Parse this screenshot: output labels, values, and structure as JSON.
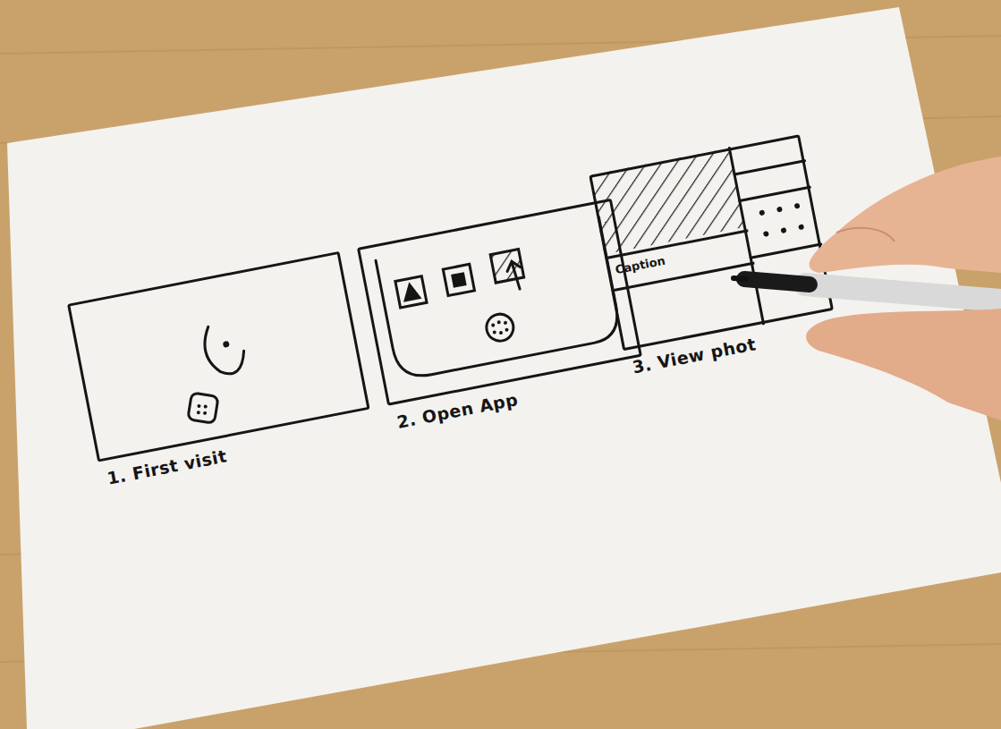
{
  "diagram": {
    "nodes": [
      {
        "text": [
          "1. First visit"
        ]
      },
      {
        "text": [
          "2. Open App"
        ]
      },
      {
        "text": [
          "3. View phot"
        ]
      },
      {
        "text": [
          "Caption"
        ],
        "in": 2
      }
    ]
  }
}
